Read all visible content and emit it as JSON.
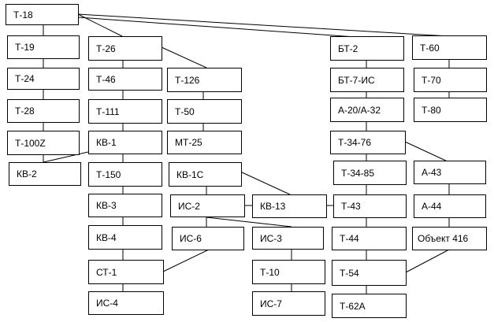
{
  "nodes": {
    "t18": "Т-18",
    "t19": "Т-19",
    "t24": "Т-24",
    "t28": "Т-28",
    "t100z": "Т-100Z",
    "kv2": "КВ-2",
    "t26": "Т-26",
    "t46": "Т-46",
    "t111": "Т-111",
    "kv1": "КВ-1",
    "t150": "Т-150",
    "kv3": "КВ-3",
    "kv4": "КВ-4",
    "st1": "СТ-1",
    "is4": "ИС-4",
    "t126": "Т-126",
    "t50": "Т-50",
    "mt25": "МТ-25",
    "kv1s": "КВ-1С",
    "is2": "ИС-2",
    "is6": "ИС-6",
    "kv13": "КВ-13",
    "is3": "ИС-3",
    "t10": "Т-10",
    "is7": "ИС-7",
    "bt2": "БТ-2",
    "bt7is": "БТ-7-ИС",
    "a20a32": "А-20/А-32",
    "t3476": "Т-34-76",
    "t3485": "Т-34-85",
    "t43": "Т-43",
    "t44": "Т-44",
    "t54": "Т-54",
    "t62a": "Т-62А",
    "t60": "Т-60",
    "t70": "Т-70",
    "t80": "Т-80",
    "a43": "А-43",
    "a44": "А-44",
    "obj416": "Объект 416"
  }
}
